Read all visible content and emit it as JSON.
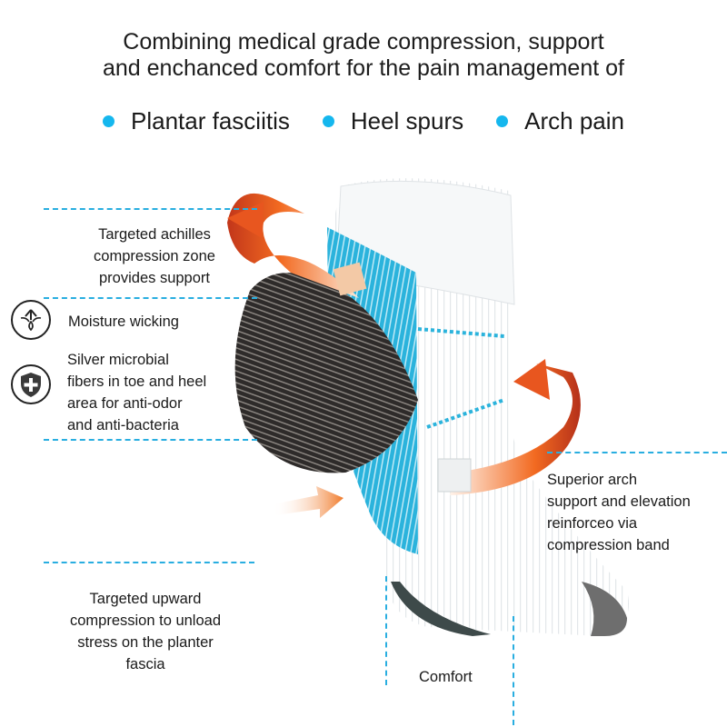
{
  "headline": {
    "line1": "Combining medical grade compression, support",
    "line2": "and enchanced comfort for the pain management of"
  },
  "conditions": [
    {
      "label": "Plantar fasciitis",
      "icon": "bullet-dot"
    },
    {
      "label": "Heel spurs",
      "icon": "bullet-dot"
    },
    {
      "label": "Arch pain",
      "icon": "bullet-dot"
    }
  ],
  "callouts": {
    "achilles": {
      "lines": [
        "Targeted achilles",
        "compression zone",
        "provides support"
      ]
    },
    "moisture": {
      "icon": "water-drop-arrow-icon",
      "lines": [
        "Moisture wicking"
      ]
    },
    "silver": {
      "icon": "shield-plus-icon",
      "lines": [
        "Silver microbial",
        "fibers in toe and heel",
        "area for anti-odor",
        "and anti-bacteria"
      ]
    },
    "upward": {
      "lines": [
        "Targeted upward",
        "compression to unload",
        "stress on the planter",
        "fascia"
      ]
    },
    "arch": {
      "lines": [
        "Superior arch",
        "support and elevation",
        "reinforceo via",
        "compression band"
      ]
    },
    "comfort": {
      "lines": [
        "Comfort"
      ]
    }
  },
  "colors": {
    "accent_blue": "#15b7ee",
    "dash_blue": "#29aee0",
    "arrow_orange": "#f26a21",
    "sock_blue": "#2bb3dc",
    "heel_dark": "#3a3a3a"
  }
}
